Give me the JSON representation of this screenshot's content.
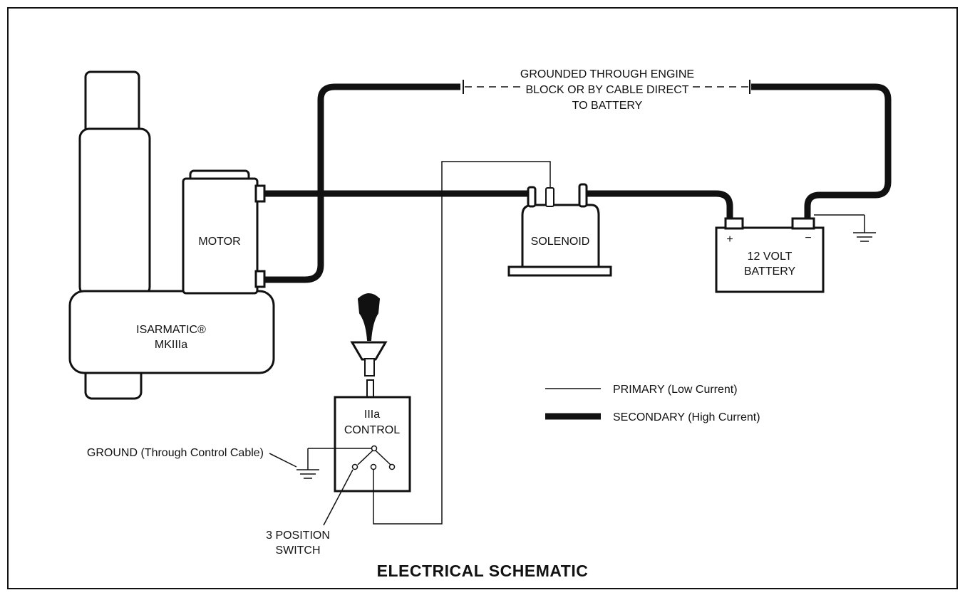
{
  "labels": {
    "ground_note_1": "GROUNDED THROUGH ENGINE",
    "ground_note_2": "BLOCK OR BY CABLE DIRECT",
    "ground_note_3": "TO BATTERY",
    "motor": "MOTOR",
    "solenoid": "SOLENOID",
    "battery_1": "12 VOLT",
    "battery_2": "BATTERY",
    "isarmatic_1": "ISARMATIC®",
    "isarmatic_2": "MKIIIa",
    "control_1": "IIIa",
    "control_2": "CONTROL",
    "ground_cable": "GROUND (Through Control Cable)",
    "switch_1": "3 POSITION",
    "switch_2": "SWITCH",
    "battery_plus": "+",
    "battery_minus": "−"
  },
  "legend": {
    "primary": "PRIMARY (Low Current)",
    "secondary": "SECONDARY (High Current)"
  },
  "title": "ELECTRICAL SCHEMATIC",
  "colors": {
    "line": "#111111",
    "background": "#ffffff"
  }
}
